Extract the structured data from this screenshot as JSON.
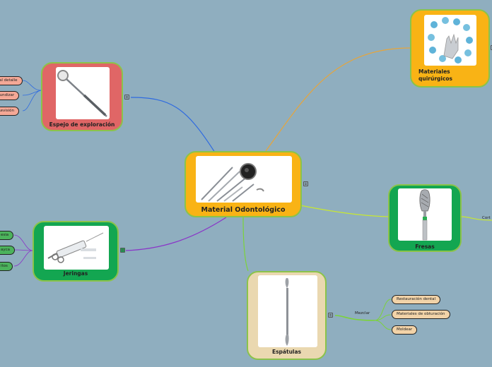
{
  "central": {
    "title": "Material Odontológico"
  },
  "branches": {
    "espejo": {
      "title": "Espejo de exploración",
      "leaves": [
        "al detalle",
        "Profundizar",
        "Revisión"
      ]
    },
    "quirurgicos": {
      "title": "Materiales quirúrgicos"
    },
    "fresas": {
      "title": "Fresas",
      "edge_label": "Cort"
    },
    "jeringas": {
      "title": "Jeringas",
      "leaves": [
        "esia",
        "ayca",
        "itos"
      ]
    },
    "espatulas": {
      "title": "Espátulas",
      "edge_label": "Mezclar",
      "leaves": [
        "Restauración dental",
        "Materiales de obturación",
        "Moldear"
      ]
    }
  },
  "colors": {
    "background": "#8FAEBF",
    "central": "#F9B315",
    "espejo": "#E06666",
    "quirurgicos": "#F9B315",
    "fresas": "#13A651",
    "jeringas": "#13A651",
    "espatulas": "#EAD8B0",
    "node_border": "#8BC34A"
  }
}
